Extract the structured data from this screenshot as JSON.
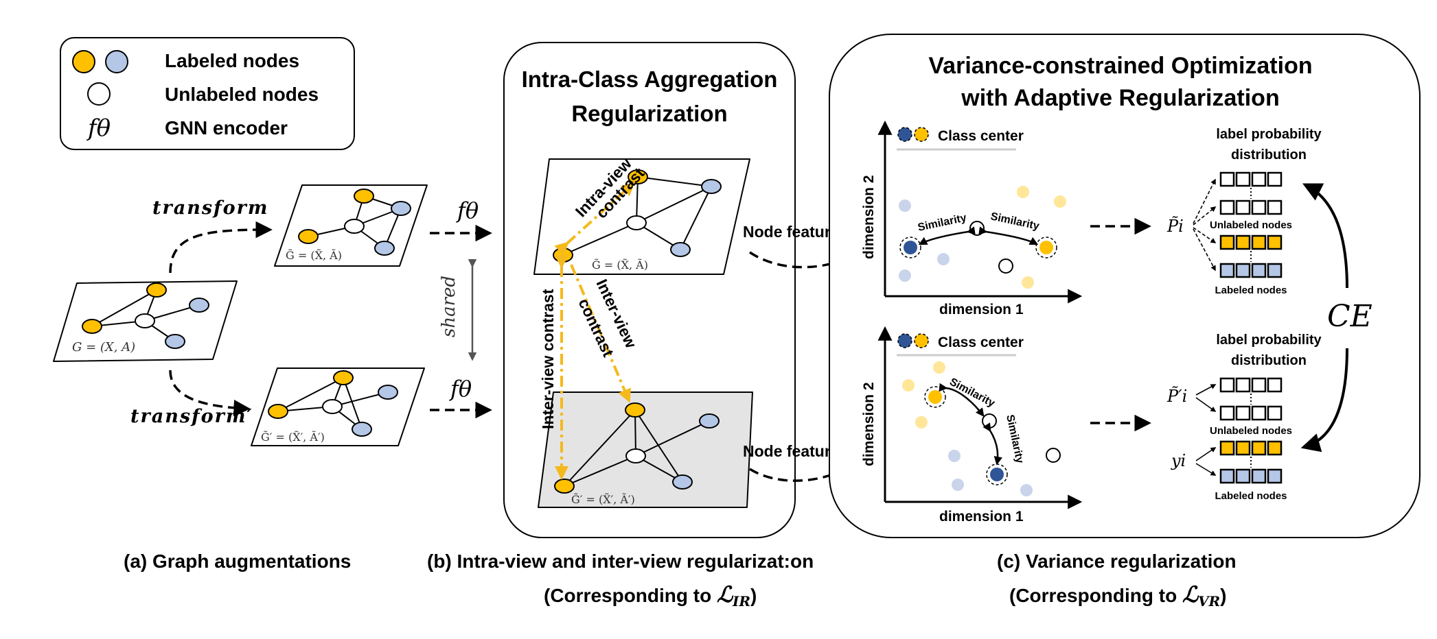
{
  "legend": {
    "labeled": "Labeled nodes",
    "unlabeled": "Unlabeled nodes",
    "encoder_symbol": "fθ",
    "encoder": "GNN encoder"
  },
  "panel_a": {
    "transform1": "transform",
    "transform2": "transform′",
    "shared": "shared",
    "f1": "fθ",
    "f2": "fθ",
    "g_label": "G = (X, A)",
    "g1_label": "G̃ = (X̃, Ã)",
    "g2_label": "G̃′ = (X̃′, Ã′)",
    "caption": "(a) Graph augmentations"
  },
  "panel_b": {
    "title_line1": "Intra-Class Aggregation",
    "title_line2": "Regularization",
    "intra_line1": "Intra-view",
    "intra_line2": "contrast",
    "inter_diag_line1": "Inter-view",
    "inter_diag_line2": "contrast",
    "inter_vertical": "Inter-view  contrast",
    "g1_label": "G̃ = (X̃, Ã)",
    "g2_label": "G̃′ = (X̃′, Ã′)",
    "caption_line1": "(b) Intra-view and inter-view regularizat:on",
    "caption_line2_prefix": "(Corresponding to ",
    "caption_line2_math": "ℒ",
    "caption_line2_sub": "IR",
    "caption_line2_suffix": ")"
  },
  "middle": {
    "node_features_top": "Node features",
    "node_features_bottom": "Node features"
  },
  "panel_c": {
    "title_line1": "Variance-constrained Optimization",
    "title_line2": "with Adaptive Regularization",
    "class_center": "Class center",
    "dim1": "dimension 1",
    "dim2": "dimension 2",
    "similarity": "Similarity",
    "label_prob_line1": "label probability",
    "label_prob_line2": "distribution",
    "unlabeled_nodes": "Unlabeled nodes",
    "labeled_nodes": "Labeled nodes",
    "p_top": "P̃i",
    "p_bottom": "P̃′i",
    "y": "yi",
    "ce": "CE",
    "caption_line1": "(c) Variance regularization",
    "caption_line2_prefix": "(Corresponding to ",
    "caption_line2_math": "ℒ",
    "caption_line2_sub": "VR",
    "caption_line2_suffix": ")"
  },
  "colors": {
    "orange": "#FFC000",
    "blue_node": "#B4C7E7",
    "dark_blue": "#2F5597",
    "light_orange": "#FFE699",
    "light_blue": "#C9D4EA",
    "gray_fill": "#E4E4E4",
    "arrow_orange": "#F4B91D"
  }
}
